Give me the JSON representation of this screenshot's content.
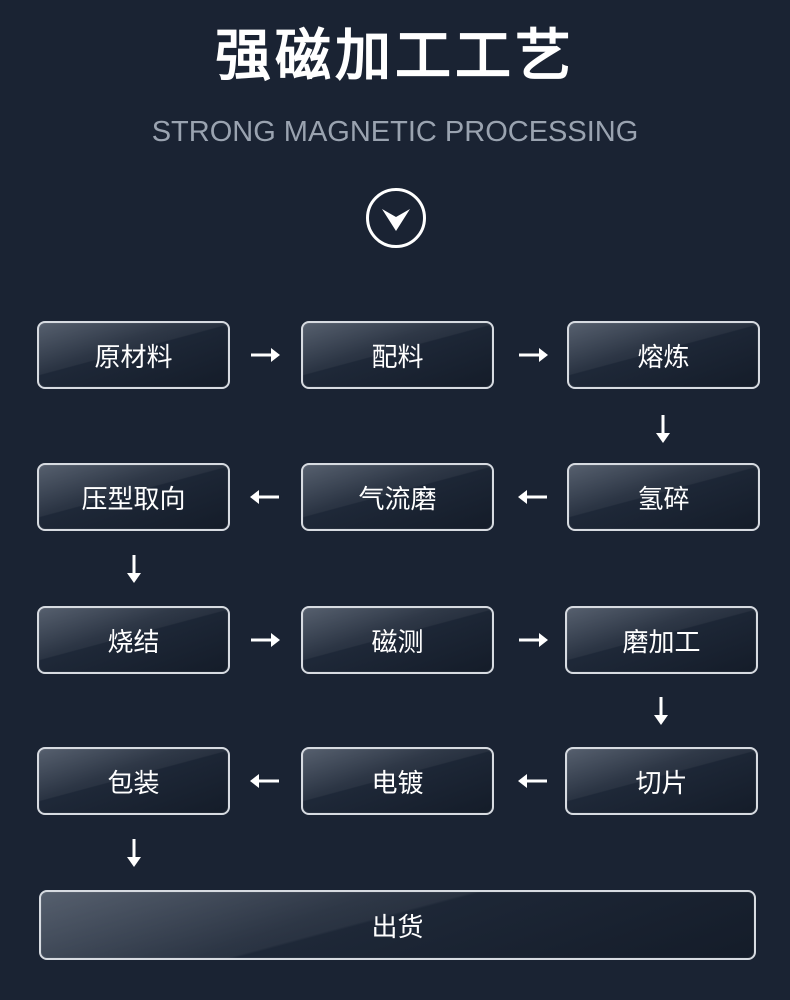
{
  "header": {
    "title": "强磁加工工艺",
    "subtitle": "STRONG MAGNETIC PROCESSING"
  },
  "steps": [
    "原材料",
    "配料",
    "熔炼",
    "氢碎",
    "气流磨",
    "压型取向",
    "烧结",
    "磁测",
    "磨加工",
    "切片",
    "电镀",
    "包装",
    "出货"
  ],
  "colors": {
    "background": "#1a2333",
    "box_border": "#d7dbe1",
    "text": "#ffffff",
    "subtitle": "#9aa3b0"
  },
  "icons": {
    "chevron": "chevron-down-circle-icon",
    "arrow_right": "arrow-right-icon",
    "arrow_left": "arrow-left-icon",
    "arrow_down": "arrow-down-icon"
  }
}
